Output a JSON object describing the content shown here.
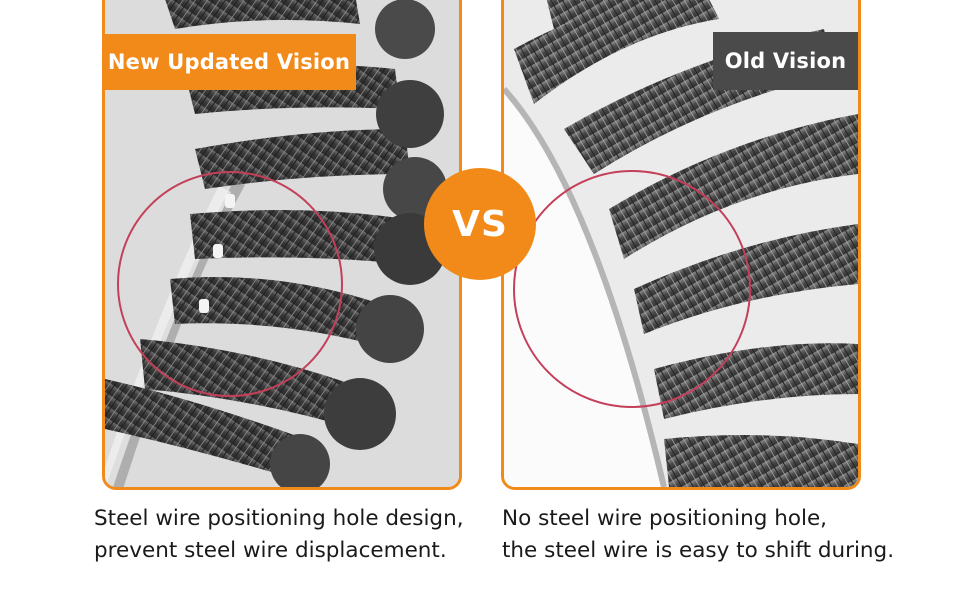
{
  "labels": {
    "left_tag": "New Updated Vision",
    "right_tag": "Old Vision",
    "vs": "VS"
  },
  "captions": {
    "left": [
      "Steel wire positioning hole design,",
      "prevent steel wire displacement."
    ],
    "right": [
      "No steel wire positioning hole,",
      "the steel wire is easy to shift during."
    ]
  },
  "colors": {
    "accent": "#f28a1a",
    "dark_tag": "#4a4a4a",
    "highlight_circle": "#c4405a"
  }
}
